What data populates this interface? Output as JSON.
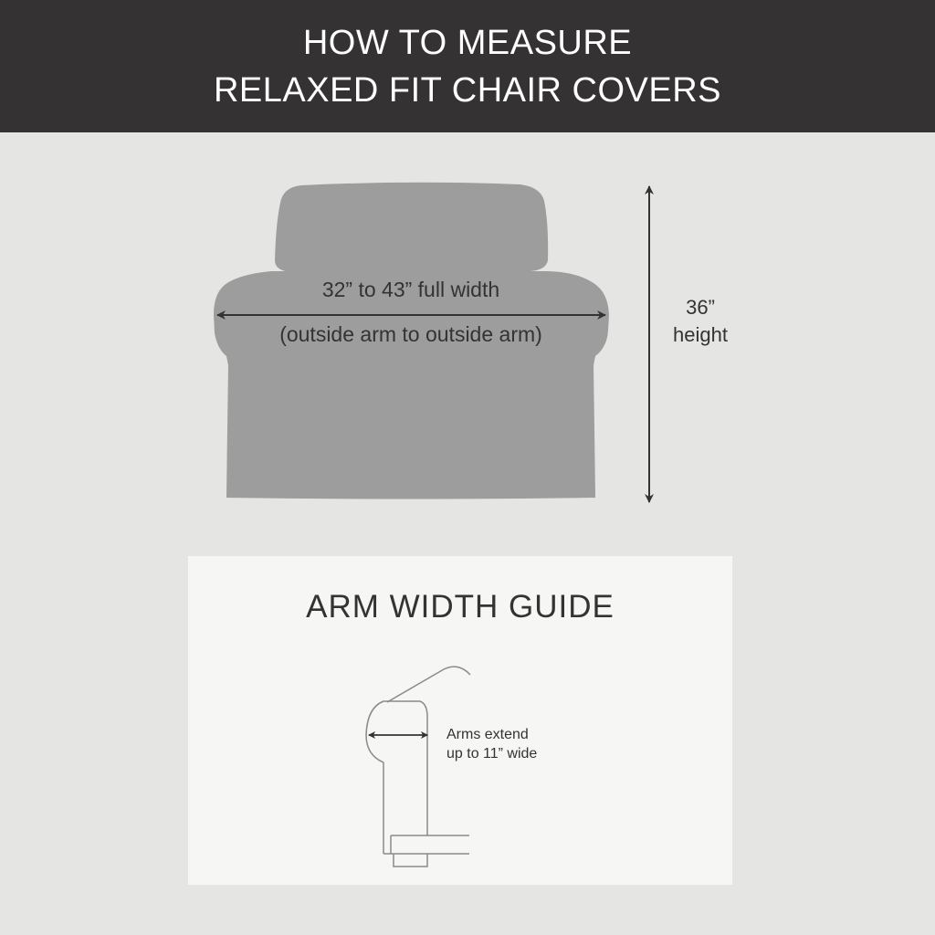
{
  "header": {
    "title_line1": "HOW TO MEASURE",
    "title_line2": "RELAXED FIT CHAIR COVERS"
  },
  "chair_diagram": {
    "width_label": "32” to 43” full width",
    "width_sublabel": "(outside arm to outside arm)",
    "height_value": "36”",
    "height_label": "height"
  },
  "arm_guide": {
    "title": "ARM WIDTH GUIDE",
    "note_line1": "Arms extend",
    "note_line2": "up to 11” wide"
  },
  "colors": {
    "header_bg": "#343233",
    "page_bg": "#e5e5e3",
    "chair_fill": "#9d9d9d",
    "panel_bg": "#f6f6f5",
    "text": "#333333"
  }
}
